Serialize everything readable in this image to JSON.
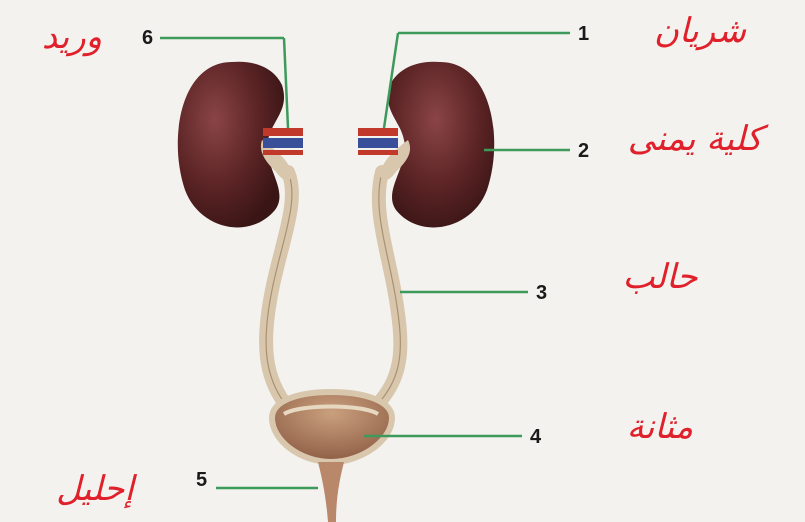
{
  "labels": [
    {
      "num": "1",
      "arabic": "شريان"
    },
    {
      "num": "2",
      "arabic": "كلية يمنى"
    },
    {
      "num": "3",
      "arabic": "حالب"
    },
    {
      "num": "4",
      "arabic": "مثانة"
    },
    {
      "num": "5",
      "arabic": "إحليل"
    },
    {
      "num": "6",
      "arabic": "وريد"
    }
  ],
  "colors": {
    "background": "#f3f2ee",
    "kidney": "#5a2324",
    "ureter": "#d9c7ad",
    "artery": "#c0392b",
    "vein": "#3a4f9a",
    "leader_line": "#3d9a5a",
    "handwriting": "#e0202a"
  }
}
